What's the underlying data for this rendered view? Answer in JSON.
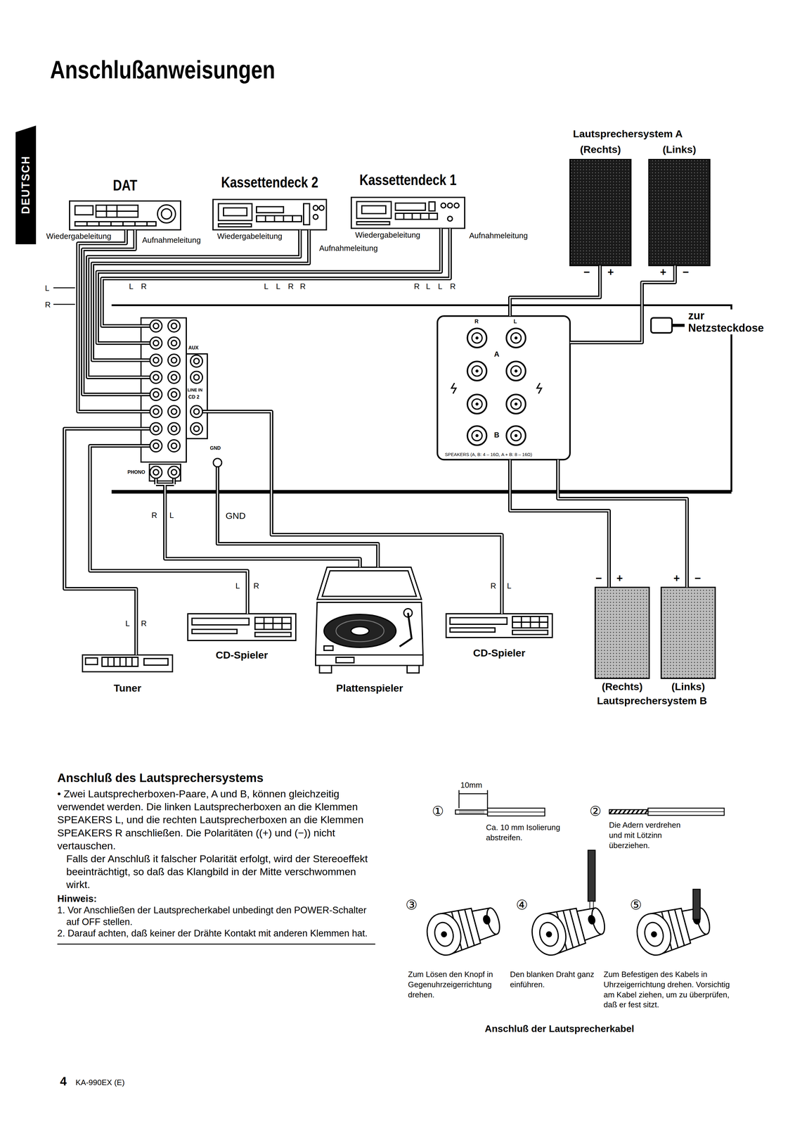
{
  "diagram": {
    "title": "Anschlußanweisungen",
    "nodes": [
      {
        "text": [
          "DAT"
        ]
      },
      {
        "text": [
          "Kassettendeck 2"
        ]
      },
      {
        "text": [
          "Kassettendeck 1"
        ]
      },
      {
        "text": [
          "(Rechts)"
        ]
      },
      {
        "text": [
          "(Links)"
        ]
      },
      {
        "text": [
          "AUX",
          "LINE IN",
          "CD 2",
          "GND",
          "PHONO"
        ]
      },
      {
        "text": [
          "R",
          "L",
          "A",
          "B",
          "SPEAKERS (A, B: 4 – 16Ω, A + B: 8 – 16Ω)"
        ]
      },
      {
        "text": [
          "Tuner"
        ]
      },
      {
        "text": [
          "CD-Spieler"
        ]
      },
      {
        "text": [
          "Plattenspieler"
        ]
      },
      {
        "text": [
          "CD-Spieler"
        ]
      },
      {
        "text": [
          "(Rechts)"
        ]
      },
      {
        "text": [
          "(Links)"
        ]
      }
    ],
    "edges": [
      {
        "from": 0,
        "to": 5,
        "label": "Wiedergabeleitung",
        "arrow": "none"
      },
      {
        "from": 0,
        "to": 5,
        "label": "Aufnahmeleitung",
        "arrow": "none"
      },
      {
        "from": 1,
        "to": 5,
        "label": "Wiedergabeleitung",
        "arrow": "none"
      },
      {
        "from": 1,
        "to": 5,
        "label": "Aufnahmeleitung",
        "arrow": "none"
      },
      {
        "from": 2,
        "to": 5,
        "label": "Wiedergabeleitung",
        "arrow": "none"
      },
      {
        "from": 2,
        "to": 5,
        "label": "Aufnahmeleitung",
        "arrow": "none"
      },
      {
        "from": 3,
        "to": 6,
        "arrow": "none"
      },
      {
        "from": 4,
        "to": 6,
        "arrow": "none"
      },
      {
        "from": 7,
        "to": 5,
        "arrow": "none"
      },
      {
        "from": 8,
        "to": 5,
        "arrow": "none"
      },
      {
        "from": 9,
        "to": 5,
        "arrow": "none"
      },
      {
        "from": 9,
        "to": 5,
        "label": "GND",
        "arrow": "none"
      },
      {
        "from": 10,
        "to": 5,
        "arrow": "none"
      },
      {
        "from": 11,
        "to": 6,
        "arrow": "none"
      },
      {
        "from": 12,
        "to": 6,
        "arrow": "none"
      }
    ],
    "labels": [
      "DEUTSCH",
      "Lautsprechersystem A",
      "L",
      "R",
      "L",
      "L",
      "R",
      "R",
      "R",
      "L",
      "L",
      "R",
      "L",
      "R",
      "−",
      "+",
      "+",
      "−",
      "zur Netzsteckdose",
      "R",
      "L",
      "L",
      "R",
      "R",
      "L",
      "L",
      "R",
      "−",
      "+",
      "+",
      "−",
      "Lautsprechersystem B",
      "Anschluß des Lautsprechersystems",
      "• Zwei Lautsprecherboxen-Paare, A und B, können gleichzeitig verwendet werden. Die linken Lautsprecherboxen an die Klemmen SPEAKERS L, und die rechten Lautsprecherboxen an die Klemmen SPEAKERS R anschließen. Die Polaritäten ((+) und (−)) nicht vertauschen.",
      "Falls der Anschluß it falscher Polarität erfolgt, wird der Stereoeffekt beeinträchtigt, so daß das Klangbild in der Mitte verschwommen wirkt.",
      "Hinweis:",
      "1. Vor Anschließen der Lautsprecherkabel unbedingt den POWER-Schalter auf OFF stellen.",
      "2. Darauf achten, daß keiner der Drähte Kontakt mit anderen Klemmen hat.",
      "10mm",
      "①",
      "Ca. 10 mm Isolierung abstreifen.",
      "②",
      "Die Adern verdrehen und mit Lötzinn überziehen.",
      "③",
      "④",
      "⑤",
      "Zum Lösen den Knopf in Gegenuhrzeigerrichtung drehen.",
      "Den blanken Draht ganz einführen.",
      "Zum Befestigen des Kabels in Uhrzeigerrichtung drehen. Vorsichtig am Kabel ziehen, um zu überprüfen, daß er fest sitzt.",
      "Anschluß der Lautsprecherkabel",
      "4",
      "KA-990EX (E)"
    ]
  }
}
